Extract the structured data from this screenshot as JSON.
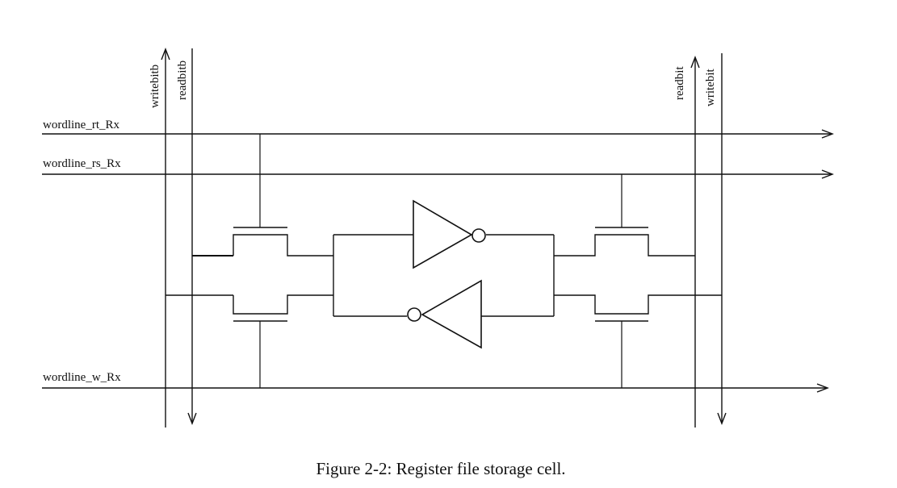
{
  "wordlines": {
    "rt": "wordline_rt_Rx",
    "rs": "wordline_rs_Rx",
    "w": "wordline_w_Rx"
  },
  "bitlines": {
    "writebitb": "writebitb",
    "readbitb": "readbitb",
    "readbit": "readbit",
    "writebit": "writebit"
  },
  "caption": "Figure 2-2: Register file storage cell."
}
